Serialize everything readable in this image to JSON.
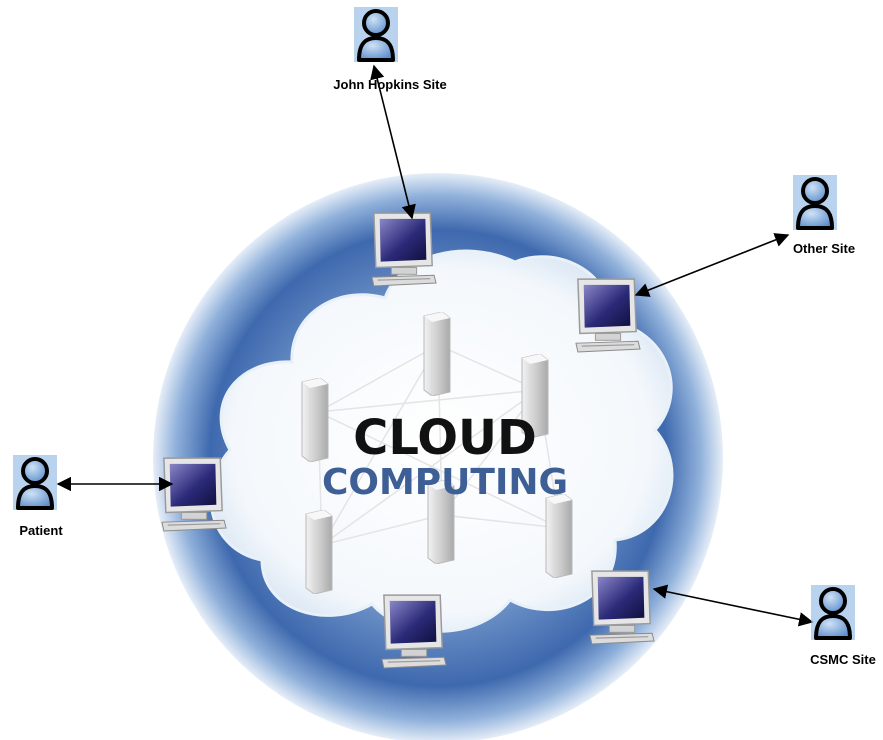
{
  "cloud": {
    "title_line1": "CLOUD",
    "title_line2": "COMPUTING",
    "title_color": "#111111",
    "subtitle_color": "#3e5f96"
  },
  "sites": [
    {
      "id": "john-hopkins",
      "label": "John Hopkins Site"
    },
    {
      "id": "other",
      "label": "Other Site"
    },
    {
      "id": "patient",
      "label": "Patient"
    },
    {
      "id": "csmc",
      "label": "CSMC Site"
    }
  ],
  "icons": {
    "person": "person-icon",
    "computer": "computer-icon",
    "server": "server-icon"
  },
  "colors": {
    "ring_outer": "#dce8f5",
    "ring_inner": "#3d68ad",
    "cloud_fill": "#ffffff",
    "person_fill": "#6f9fd6",
    "person_outline": "#000000",
    "arrow": "#000000"
  }
}
